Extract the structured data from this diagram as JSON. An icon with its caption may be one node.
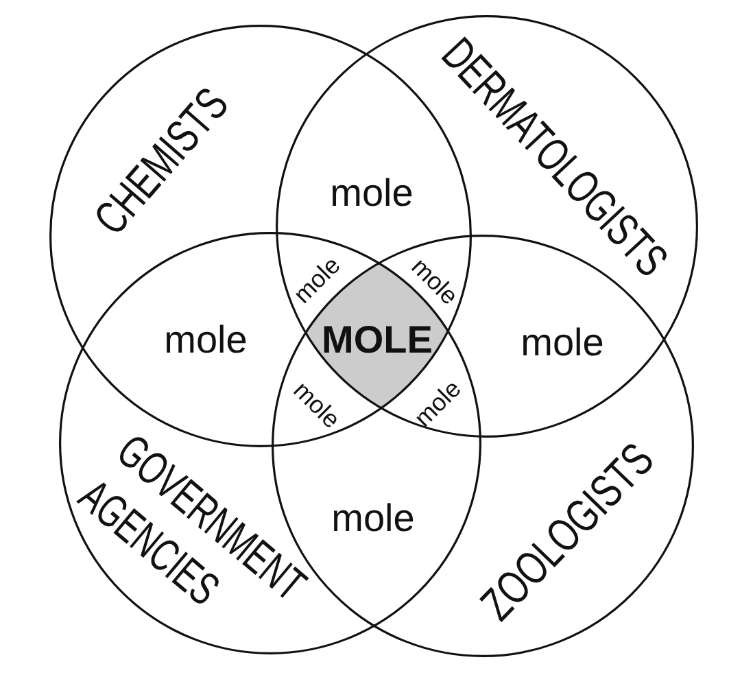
{
  "diagram": {
    "nodes": [
      {
        "text": [
          "CHEMISTS"
        ]
      },
      {
        "text": [
          "DERMATOLOGISTS"
        ]
      },
      {
        "text": [
          "MOLE"
        ]
      },
      {
        "text": [
          "GOVERNMENT AGENCIES"
        ]
      },
      {
        "text": [
          "ZOOLOGISTS"
        ]
      }
    ],
    "labels": [
      "mole",
      "mole",
      "mole",
      "mole",
      "mole",
      "mole",
      "mole",
      "mole"
    ]
  }
}
